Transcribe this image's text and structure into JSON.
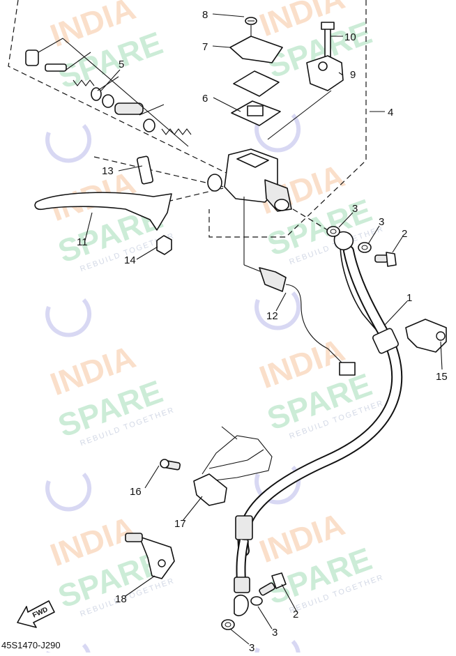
{
  "diagram": {
    "code": "45S1470-J290",
    "fwd_label": "FWD",
    "watermark": {
      "line1": "INDIA",
      "line2": "SPARE",
      "tagline": "REBUILD TOGETHER",
      "colors": {
        "india": "#f6b98c",
        "spare": "#8fd6a8",
        "icon": "#b8b8ea"
      }
    },
    "callouts": [
      "8",
      "7",
      "10",
      "9",
      "5",
      "6",
      "4",
      "13",
      "11",
      "3",
      "3",
      "2",
      "14",
      "12",
      "1",
      "15",
      "16",
      "17",
      "18",
      "2",
      "3",
      "3"
    ]
  }
}
